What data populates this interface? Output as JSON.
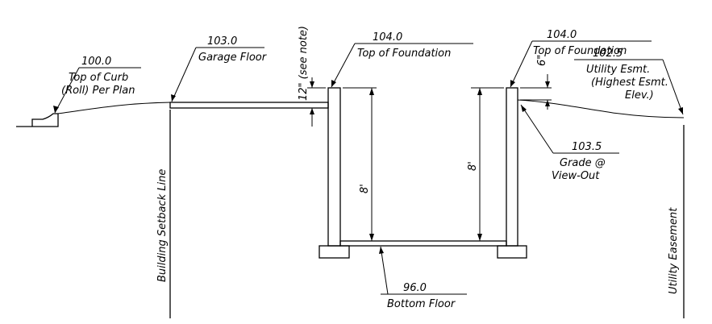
{
  "diagram": {
    "curb": {
      "elevation": "100.0",
      "line1": "Top of Curb",
      "line2": "(Roll) Per Plan"
    },
    "garage": {
      "elevation": "103.0",
      "label": "Garage Floor"
    },
    "foundation_left": {
      "elevation": "104.0",
      "label": "Top of Foundation"
    },
    "foundation_right": {
      "elevation": "104.0",
      "label": "Top of Foundation"
    },
    "utility_esmt": {
      "elevation": "102.5",
      "line1": "Utility Esmt.",
      "line2": "(Highest Esmt.",
      "line3": "Elev.)"
    },
    "grade": {
      "elevation": "103.5",
      "line1": "Grade @",
      "line2": "View-Out"
    },
    "bottom": {
      "elevation": "96.0",
      "label": "Bottom Floor"
    },
    "dims": {
      "left_reveal": "12\" (see note)",
      "right_reveal": "6\"",
      "wall_left": "8'",
      "wall_right": "8'"
    },
    "vertical_labels": {
      "setback": "Building Setback Line",
      "easement": "Utility Easement"
    }
  }
}
